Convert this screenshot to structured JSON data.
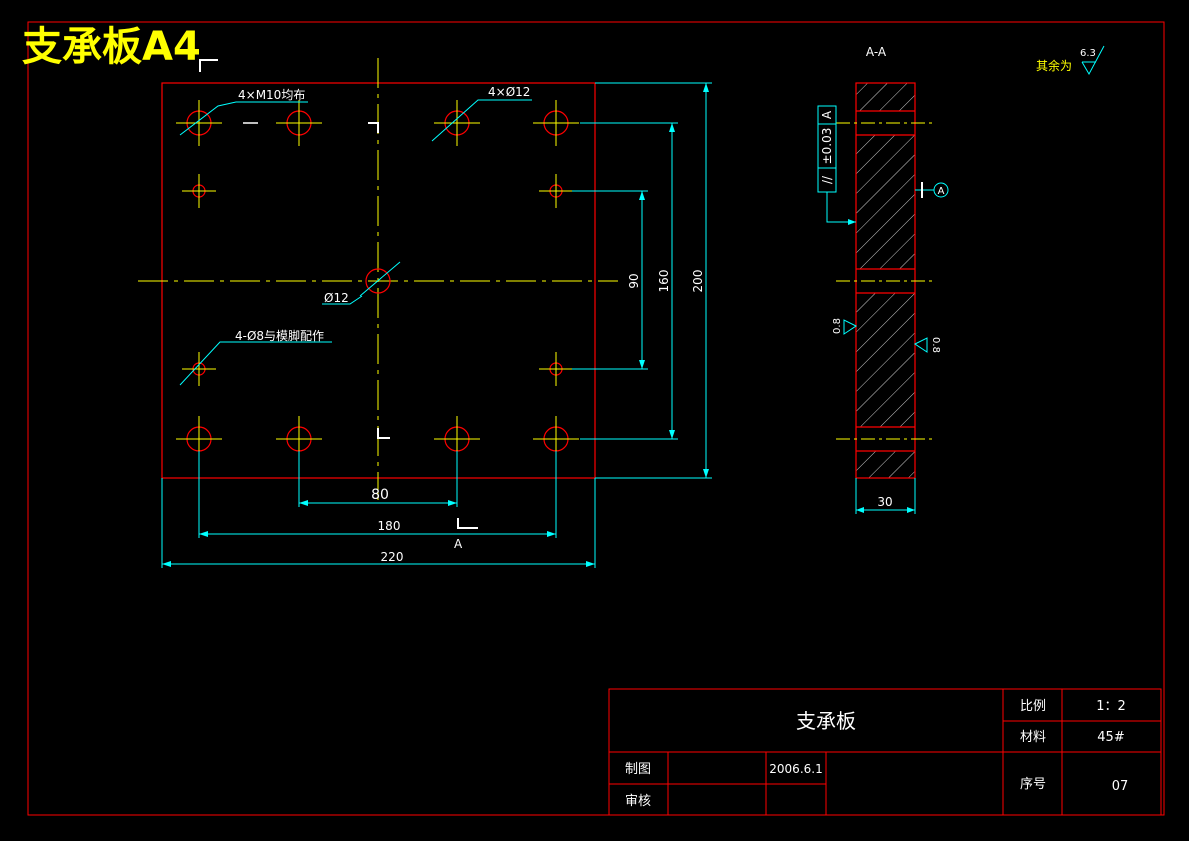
{
  "header": {
    "title": "支承板A4"
  },
  "section_label": "A-A",
  "roughness_note": {
    "label": "其余为",
    "value": "6.3"
  },
  "annotations": {
    "m10_holes": "4×M10均布",
    "d12_holes": "4×Ø12",
    "center_hole": "Ø12",
    "d8_holes": "4-Ø8与模脚配作",
    "section_marker": "A"
  },
  "dimensions": {
    "d80": "80",
    "d180": "180",
    "d220": "220",
    "d90": "90",
    "d160": "160",
    "d200": "200",
    "d30": "30"
  },
  "tolerance": {
    "symbol": "//",
    "value": "±0.03",
    "datum": "A",
    "datum_flag": "A"
  },
  "section_roughness": {
    "left": "0.8",
    "right": "0.8"
  },
  "title_block": {
    "part_name": "支承板",
    "scale_label": "比例",
    "scale_value": "1：2",
    "material_label": "材料",
    "material_value": "45#",
    "drawn_label": "制图",
    "drawn_date": "2006.6.1",
    "checked_label": "审核",
    "seq_label": "序号",
    "seq_value": "07"
  },
  "colors": {
    "background": "#000000",
    "border": "#ff0000",
    "centerline": "#ffff00",
    "dimension": "#00ffff",
    "text_white": "#ffffff",
    "text_yellow": "#ffff00"
  }
}
